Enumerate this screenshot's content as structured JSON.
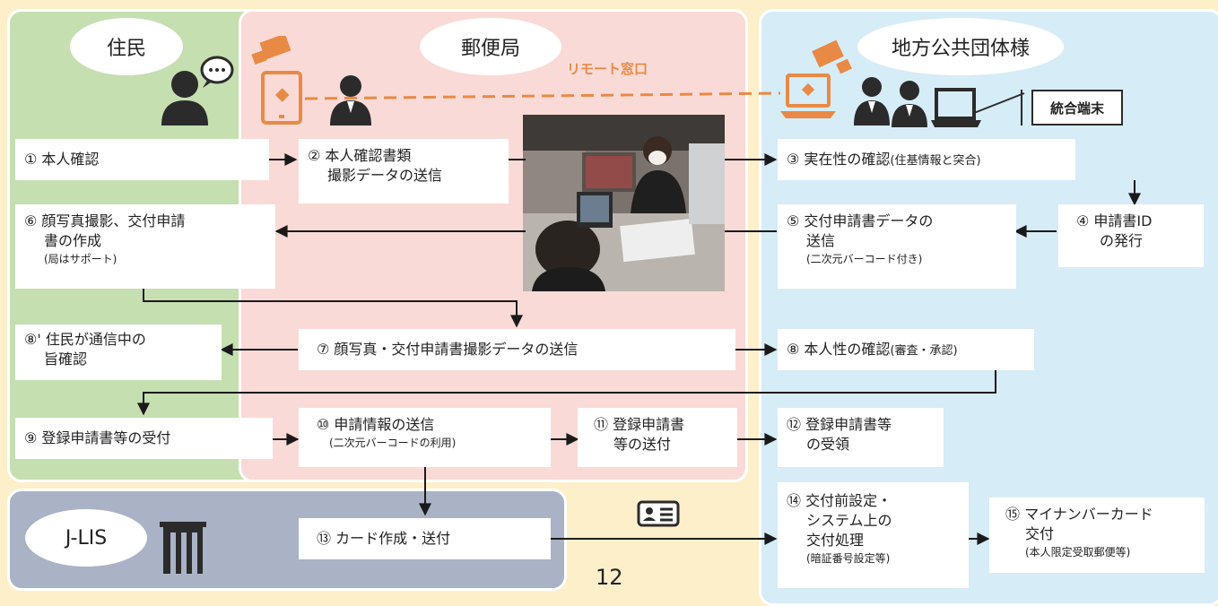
{
  "columns": {
    "resident": "住民",
    "post_office": "郵便局",
    "local_gov": "地方公共団体様"
  },
  "remote_label": "リモート窓口",
  "terminal_label": "統合端末",
  "jlis_label": "J-LIS",
  "page_number": "12",
  "steps": {
    "s1": {
      "text": "① 本人確認"
    },
    "s2": {
      "line1": "② 本人確認書類",
      "line2": "撮影データの送信"
    },
    "s3": {
      "main": "③ 実在性の確認",
      "note": "(住基情報と突合)"
    },
    "s4": {
      "line1": "④ 申請書ID",
      "line2": "の発行"
    },
    "s5": {
      "line1": "⑤ 交付申請書データの",
      "line2": "送信",
      "note": "(二次元バーコード付き)"
    },
    "s6": {
      "line1": "⑥ 顔写真撮影、交付申請",
      "line2": "書の作成",
      "note": "(局はサポート)"
    },
    "s7": {
      "text": "⑦ 顔写真・交付申請書撮影データの送信"
    },
    "s8": {
      "main": "⑧ 本人性の確認",
      "note": "(審査・承認)"
    },
    "s8p": {
      "line1": "⑧' 住民が通信中の",
      "line2": "旨確認"
    },
    "s9": {
      "text": "⑨ 登録申請書等の受付"
    },
    "s10": {
      "line1": "⑩ 申請情報の送信",
      "note": "(二次元バーコードの利用)"
    },
    "s11": {
      "line1": "⑪ 登録申請書",
      "line2": "等の送付"
    },
    "s12": {
      "line1": "⑫ 登録申請書等",
      "line2": "の受領"
    },
    "s13": {
      "text": "⑬ カード作成・送付"
    },
    "s14": {
      "line1": "⑭ 交付前設定・",
      "line2": "システム上の",
      "line3": "交付処理",
      "note": "(暗証番号設定等)"
    },
    "s15": {
      "line1": "⑮ マイナンバーカード",
      "line2": "交付",
      "note": "(本人限定受取郵便等)"
    }
  },
  "colors": {
    "background": "#fcefc9",
    "resident_panel": "#c5dfb1",
    "post_panel": "#fadad6",
    "gov_panel": "#d6ecf7",
    "jlis_panel": "#aab2c6",
    "accent_orange": "#e88a45",
    "icon_dark": "#2b2b2b"
  },
  "icons": [
    "person-speech-icon",
    "tablet-icon",
    "camera-icon",
    "staff-icon",
    "laptop-icon",
    "officials-icon",
    "terminal-icon",
    "building-icon",
    "id-card-icon"
  ]
}
